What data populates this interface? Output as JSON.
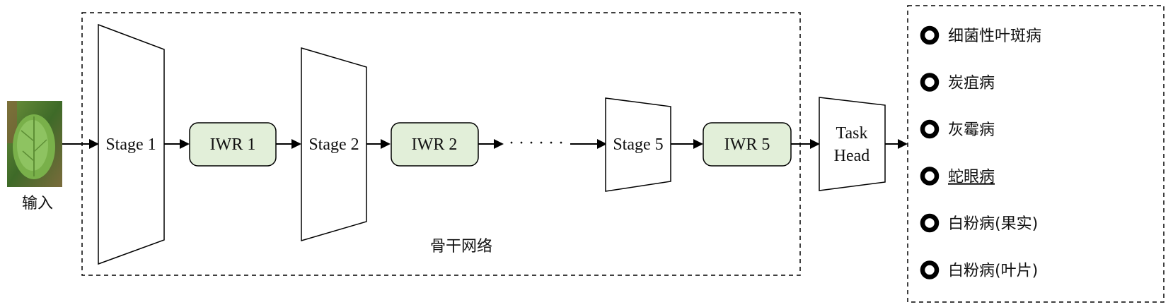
{
  "input": {
    "label": "输入"
  },
  "backbone": {
    "label": "骨干网络"
  },
  "stages": {
    "s1": "Stage 1",
    "s2": "Stage 2",
    "s5": "Stage 5"
  },
  "iwr": {
    "i1": "IWR 1",
    "i2": "IWR 2",
    "i5": "IWR 5"
  },
  "ellipsis": "· · · · · ·",
  "task_head": {
    "line1": "Task",
    "line2": "Head"
  },
  "classes": [
    {
      "label": "细菌性叶斑病",
      "underlined": false
    },
    {
      "label": "炭疽病",
      "underlined": false
    },
    {
      "label": "灰霉病",
      "underlined": false
    },
    {
      "label": "蛇眼病",
      "underlined": true
    },
    {
      "label": "白粉病(果实)",
      "underlined": false
    },
    {
      "label": "白粉病(叶片)",
      "underlined": false
    }
  ],
  "colors": {
    "iwr_fill": "#e2efd9",
    "leaf_dark": "#4f7a32",
    "leaf_light": "#8cbf5a",
    "stroke": "#000000"
  }
}
